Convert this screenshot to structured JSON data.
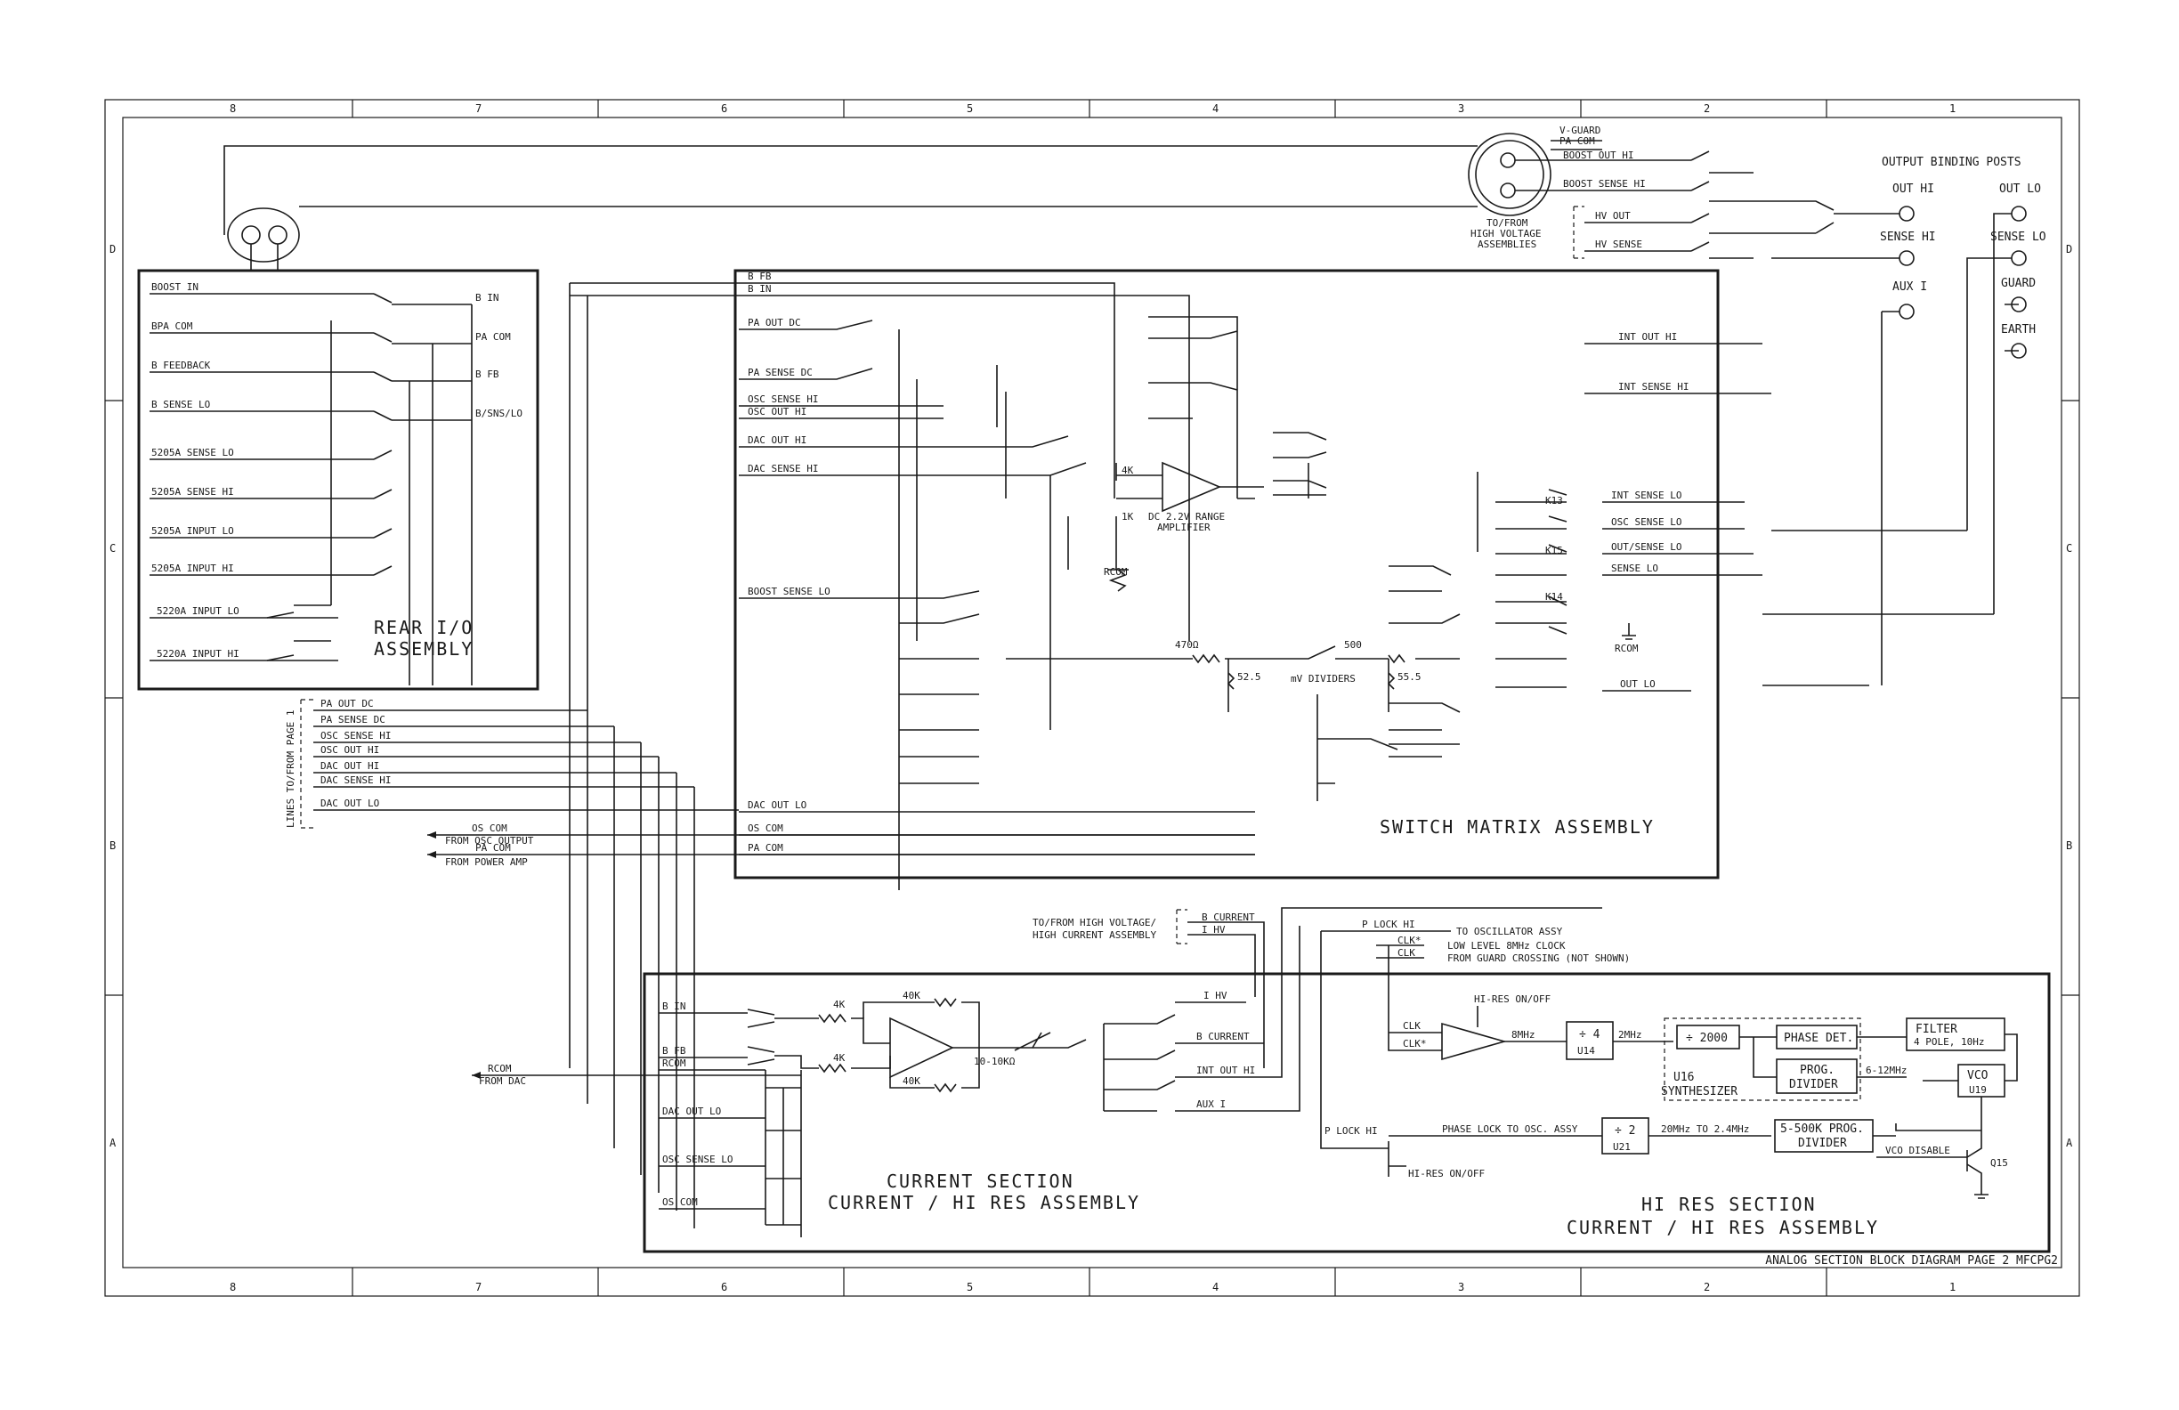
{
  "grid": {
    "columns": [
      "8",
      "7",
      "6",
      "5",
      "4",
      "3",
      "2",
      "1"
    ],
    "rows": [
      "D",
      "C",
      "B",
      "A"
    ]
  },
  "title_block": "ANALOG SECTION BLOCK DIAGRAM PAGE 2 MFCPG2",
  "assemblies": {
    "rear_io": "REAR I/O",
    "rear_io_2": "ASSEMBLY",
    "switch_matrix": "SWITCH MATRIX ASSEMBLY",
    "current_section": "CURRENT SECTION",
    "current_section_2": "CURRENT / HI RES ASSEMBLY",
    "hi_res_section": "HI RES SECTION",
    "hi_res_section_2": "CURRENT / HI RES ASSEMBLY"
  },
  "rear_io_inputs": [
    "BOOST IN",
    "BPA COM",
    "B FEEDBACK",
    "B SENSE LO",
    "5205A SENSE LO",
    "5205A SENSE HI",
    "5205A INPUT LO",
    "5205A INPUT HI",
    "5220A INPUT LO",
    "5220A INPUT HI"
  ],
  "rear_io_outputs": [
    "B IN",
    "PA COM",
    "B FB",
    "B/SNS/LO"
  ],
  "page1_lines": [
    "PA OUT DC",
    "PA SENSE DC",
    "OSC SENSE HI",
    "OSC OUT HI",
    "DAC OUT HI",
    "DAC SENSE HI",
    "DAC OUT LO"
  ],
  "page1_caption": "LINES TO/FROM PAGE 1",
  "external_signals": [
    "OS COM",
    "FROM OSC OUTPUT",
    "PA COM",
    "FROM POWER AMP"
  ],
  "switch_matrix_inputs": [
    "B FB",
    "B IN",
    "PA OUT DC",
    "PA SENSE DC",
    "OSC SENSE HI",
    "OSC OUT HI",
    "DAC OUT HI",
    "DAC SENSE HI",
    "BOOST SENSE LO",
    "DAC OUT LO",
    "OS COM",
    "PA COM"
  ],
  "switch_matrix_outputs": [
    "INT OUT HI",
    "INT SENSE HI",
    "INT SENSE LO",
    "OSC SENSE LO",
    "OUT/SENSE LO",
    "SENSE LO",
    "OUT LO"
  ],
  "relays": [
    "K13",
    "K15",
    "K14"
  ],
  "amplifier": {
    "r_top": "4K",
    "r_bot": "1K",
    "label1": "DC 2.2V RANGE",
    "label2": "AMPLIFIER"
  },
  "dividers": {
    "r1": "470Ω",
    "r2": "500",
    "r3": "52.5",
    "r4": "55.5",
    "label": "mV DIVIDERS"
  },
  "rcom": "RCOM",
  "hv_connector": {
    "pins": [
      "V-GUARD",
      "PA COM",
      "BOOST OUT HI",
      "BOOST SENSE HI",
      "HV OUT",
      "HV SENSE"
    ],
    "caption": [
      "TO/FROM",
      "HIGH VOLTAGE",
      "ASSEMBLIES"
    ]
  },
  "binding_posts": {
    "title": "OUTPUT BINDING POSTS",
    "posts": [
      "OUT HI",
      "OUT LO",
      "SENSE HI",
      "SENSE LO",
      "AUX I",
      "GUARD",
      "EARTH"
    ]
  },
  "current_section_io": {
    "hv_caption": [
      "TO/FROM HIGH VOLTAGE/",
      "HIGH CURRENT ASSEMBLY"
    ],
    "hv_pins": [
      "B CURRENT",
      "I HV"
    ],
    "inputs": [
      "B IN",
      "B FB",
      "RCOM",
      "DAC OUT LO",
      "OSC SENSE LO",
      "OS COM"
    ],
    "resistors": [
      "4K",
      "4K",
      "40K",
      "40K"
    ],
    "shunt": "10-10KΩ",
    "outputs": [
      "I HV",
      "B CURRENT",
      "INT OUT HI",
      "AUX I"
    ],
    "rcom_from": [
      "RCOM",
      "FROM DAC"
    ]
  },
  "hi_res": {
    "signals": [
      "P LOCK HI",
      "TO OSCILLATOR ASSY",
      "CLK*",
      "LOW LEVEL 8MHz CLOCK",
      "CLK",
      "FROM GUARD CROSSING (NOT SHOWN)"
    ],
    "hires_onoff": "HI-RES ON/OFF",
    "comp_in": [
      "CLK",
      "CLK*"
    ],
    "freq": [
      "8MHz",
      "2MHz",
      "6-12MHz",
      "20MHz TO 2.4MHz"
    ],
    "u14": [
      "÷ 4",
      "U14"
    ],
    "u16": [
      "÷ 2000",
      "U16",
      "SYNTHESIZER"
    ],
    "phase_det": "PHASE DET.",
    "prog_div": [
      "PROG.",
      "DIVIDER"
    ],
    "filter": [
      "FILTER",
      "4 POLE, 10Hz"
    ],
    "vco": [
      "VCO",
      "U19"
    ],
    "plock": "P LOCK HI",
    "phase_lock": "PHASE LOCK TO OSC. ASSY",
    "u21": [
      "÷ 2",
      "U21"
    ],
    "div5": [
      "5-500K PROG.",
      "DIVIDER"
    ],
    "vco_disable": "VCO DISABLE",
    "q15": "Q15",
    "hires_onoff_2": "HI-RES ON/OFF"
  }
}
